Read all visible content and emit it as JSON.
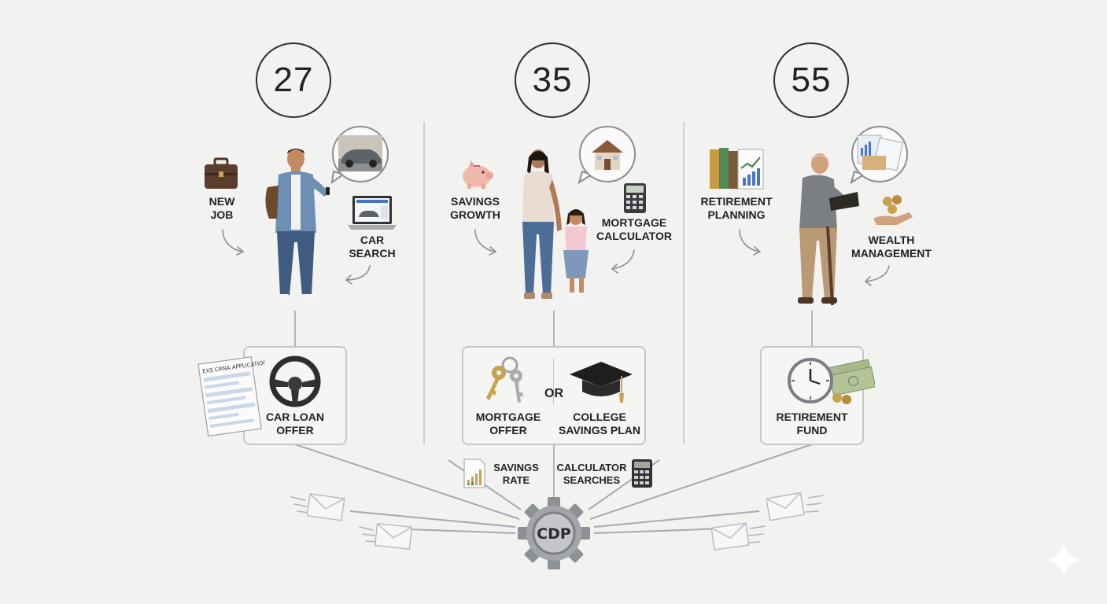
{
  "stages": [
    {
      "age": "27",
      "signals": [
        {
          "line1": "NEW",
          "line2": "JOB"
        },
        {
          "line1": "CAR",
          "line2": "SEARCH"
        }
      ],
      "offers": [
        {
          "line1": "CAR LOAN",
          "line2": "OFFER"
        }
      ],
      "form_title": "EXS CRNA APPLICATION"
    },
    {
      "age": "35",
      "signals": [
        {
          "line1": "SAVINGS",
          "line2": "GROWTH"
        },
        {
          "line1": "MORTGAGE",
          "line2": "CALCULATOR"
        }
      ],
      "offers": [
        {
          "line1": "MORTGAGE",
          "line2": "OFFER"
        },
        {
          "line1": "COLLEGE",
          "line2": "SAVINGS PLAN"
        }
      ],
      "or_text": "OR"
    },
    {
      "age": "55",
      "signals": [
        {
          "line1": "RETIREMENT",
          "line2": "PLANNING"
        },
        {
          "line1": "WEALTH",
          "line2": "MANAGEMENT"
        }
      ],
      "offers": [
        {
          "line1": "RETIREMENT",
          "line2": "FUND"
        }
      ]
    }
  ],
  "data_inputs": [
    {
      "line1": "SAVINGS",
      "line2": "RATE"
    },
    {
      "line1": "CALCULATOR",
      "line2": "SEARCHES"
    }
  ],
  "hub": {
    "label": "CDP"
  },
  "colors": {
    "background": "#f2f2f1",
    "line": "#9aa0a6",
    "box_border": "#c7c7c7",
    "gear": "#8a8d91",
    "circle_border": "#2a2f36"
  }
}
